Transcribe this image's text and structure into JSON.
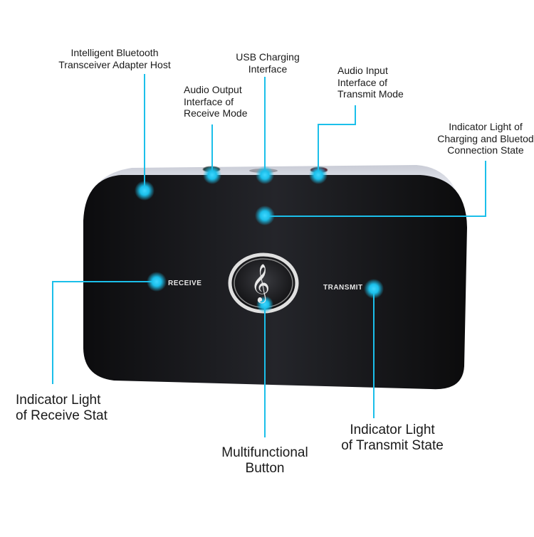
{
  "diagram": {
    "title": "Bluetooth Transceiver Adapter Annotated Diagram",
    "accent_color": "#1bbfea",
    "device": {
      "body_color": "#111111",
      "rim_color": "#e9ecf4",
      "receive_text": "RECEIVE",
      "transmit_text": "TRANSMIT",
      "button_icon": "treble-clef-icon"
    },
    "callouts": [
      {
        "id": "host",
        "lines": [
          "Intelligent Bluetooth",
          "Transceiver Adapter Host"
        ]
      },
      {
        "id": "usb",
        "lines": [
          "USB Charging",
          "Interface"
        ]
      },
      {
        "id": "audio_out",
        "lines": [
          "Audio Output",
          "Interface of",
          "Receive Mode"
        ]
      },
      {
        "id": "audio_in",
        "lines": [
          "Audio Input",
          "Interface of",
          "Transmit Mode"
        ]
      },
      {
        "id": "indicator_charging",
        "lines": [
          "Indicator Light of",
          "Charging and Bluetod",
          "Connection State"
        ]
      },
      {
        "id": "indicator_receive",
        "lines": [
          "Indicator Light",
          "of Receive Stat"
        ]
      },
      {
        "id": "multifunction",
        "lines": [
          "Multifunctional",
          "Button"
        ]
      },
      {
        "id": "indicator_transmit",
        "lines": [
          "Indicator Light",
          "of Transmit State"
        ]
      }
    ]
  }
}
